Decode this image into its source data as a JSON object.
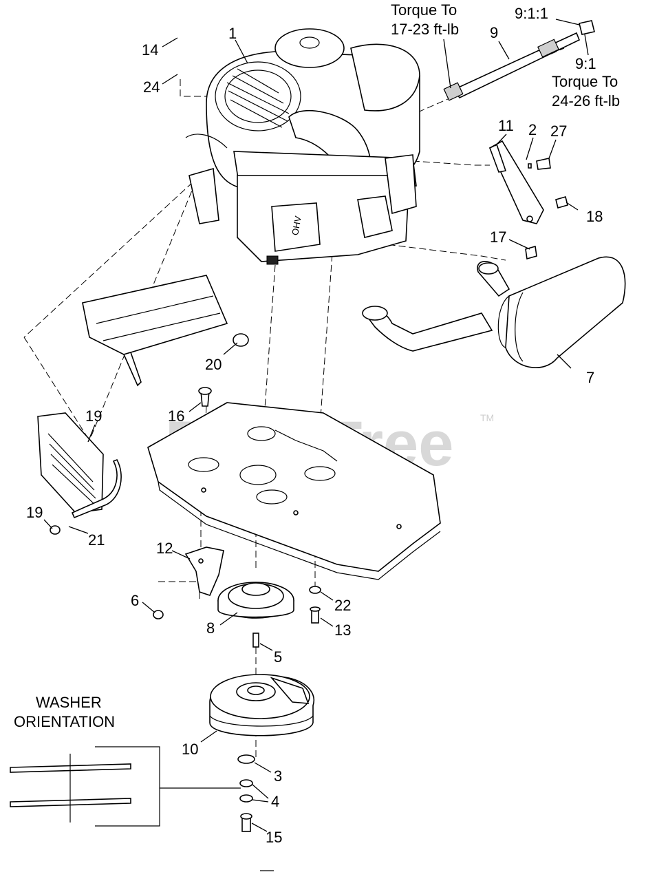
{
  "watermark": {
    "text": "PartsTree",
    "tm": "TM"
  },
  "notes": {
    "torque_a_line1": "Torque To",
    "torque_a_line2": "17-23 ft-lb",
    "ratio_top": "9:1:1",
    "ratio_sub": "9:1",
    "torque_b_line1": "Torque To",
    "torque_b_line2": "24-26 ft-lb",
    "washer_line1": "WASHER",
    "washer_line2": "ORIENTATION"
  },
  "callouts": {
    "c1": "1",
    "c2": "2",
    "c3": "3",
    "c4": "4",
    "c5": "5",
    "c6": "6",
    "c7": "7",
    "c8": "8",
    "c9": "9",
    "c10": "10",
    "c11": "11",
    "c12": "12",
    "c13": "13",
    "c14": "14",
    "c15": "15",
    "c16": "16",
    "c17": "17",
    "c18": "18",
    "c19a": "19",
    "c19b": "19",
    "c20": "20",
    "c21": "21",
    "c22": "22",
    "c24": "24",
    "c27": "27"
  }
}
